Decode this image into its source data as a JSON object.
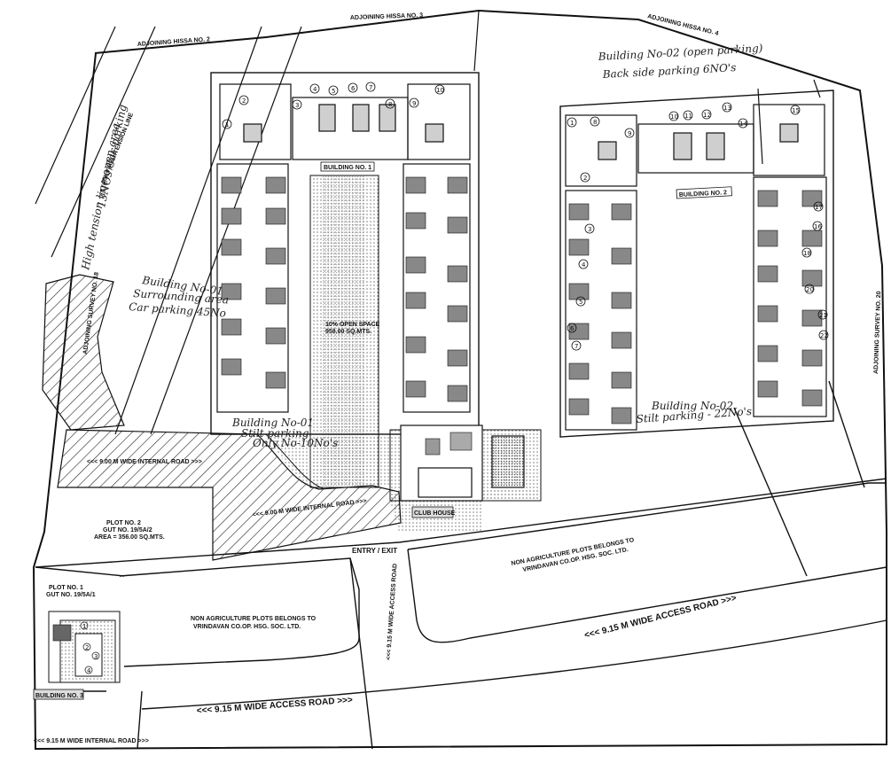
{
  "adjoining": {
    "hissa_2": "ADJOINING HISSA NO. 2",
    "hissa_3": "ADJOINING HISSA NO. 3",
    "hissa_4": "ADJOINING HISSA NO. 4",
    "survey_18": "ADJOINING SURVEY NO. 18",
    "survey_20": "ADJOINING SURVEY NO. 20"
  },
  "lines": {
    "high_tension": "15KV HIGHTENSION LINE"
  },
  "handwritten": {
    "ht_line_note_1": "High tension line open area",
    "ht_line_note_2": "13NOs Car parking",
    "b1_surround_1": "Building No-01",
    "b1_surround_2": "Surrounding area",
    "b1_surround_3": "Car parking 45No",
    "b1_stilt_1": "Building No-01",
    "b1_stilt_2": "Stilt parking",
    "b1_stilt_3": "Only No-10No's",
    "b2_open_1": "Building No-02 (open parking)",
    "b2_open_2": "Back side parking 6NO's",
    "b2_stilt_1": "Building No-02",
    "b2_stilt_2": "Stilt parking - 22No's"
  },
  "buildings": {
    "b1": "BUILDING NO. 1",
    "b2": "BUILDING NO. 2",
    "b3": "BUILDING NO. 3",
    "club": "CLUB HOUSE"
  },
  "open_space": {
    "line1": "10% OPEN SPACE",
    "line2": "958.00 SQ.MTS."
  },
  "roads": {
    "internal_1": "<<< 9.00 M WIDE INTERNAL ROAD >>>",
    "internal_2": "<<< 9.00 M WIDE INTERNAL ROAD >>>",
    "access_vertical": "<<< 9.15 M WIDE ACCESS ROAD",
    "access_right": "<<< 9.15 M WIDE ACCESS ROAD >>>",
    "access_bottom": "<<< 9.15 M WIDE ACCESS ROAD >>>",
    "internal_small": "<<< 9.15 M WIDE INTERNAL ROAD >>>",
    "entry": "ENTRY / EXIT"
  },
  "plots": {
    "plot2_l1": "PLOT NO. 2",
    "plot2_l2": "GUT NO. 19/5A/2",
    "plot2_l3": "AREA = 356.00 SQ.MTS.",
    "plot1_l1": "PLOT NO. 1",
    "plot1_l2": "GUT NO. 19/5A/1",
    "nonagri_left_1": "NON AGRICULTURE PLOTS BELONGS TO",
    "nonagri_left_2": "VRINDAVAN CO.OP. HSG. SOC. LTD.",
    "nonagri_right_1": "NON AGRICULTURE PLOTS BELONGS TO",
    "nonagri_right_2": "VRINDAVAN CO.OP. HSG. SOC. LTD."
  },
  "b1_numbers": [
    "1",
    "2",
    "3",
    "4",
    "5",
    "6",
    "7",
    "8",
    "9",
    "10"
  ],
  "b2_numbers": [
    "1",
    "2",
    "3",
    "4",
    "5",
    "6",
    "7",
    "8",
    "9",
    "10",
    "11",
    "12",
    "13",
    "14",
    "15",
    "16",
    "17",
    "18",
    "19",
    "20",
    "21",
    "22"
  ],
  "b3_numbers": [
    "1",
    "2",
    "3",
    "4"
  ]
}
